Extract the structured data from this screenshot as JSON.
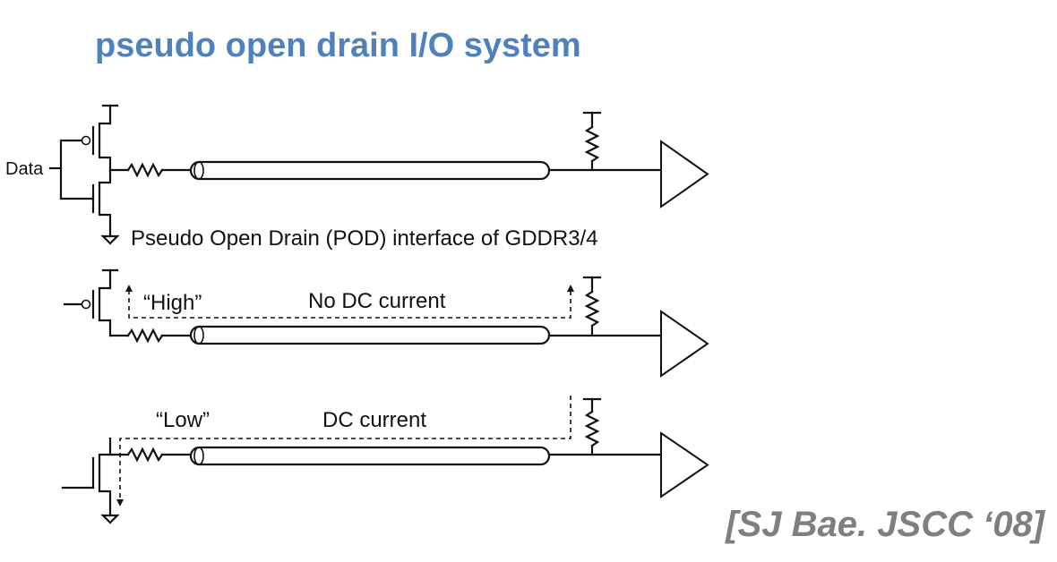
{
  "title": "pseudo open drain I/O system",
  "citation": "[SJ Bae. JSCC ‘08]",
  "diagram": {
    "input_label": "Data",
    "caption": "Pseudo Open Drain (POD) interface of GDDR3/4",
    "high_state": {
      "label": "“High”",
      "current": "No DC current"
    },
    "low_state": {
      "label": "“Low”",
      "current": "DC current"
    }
  }
}
